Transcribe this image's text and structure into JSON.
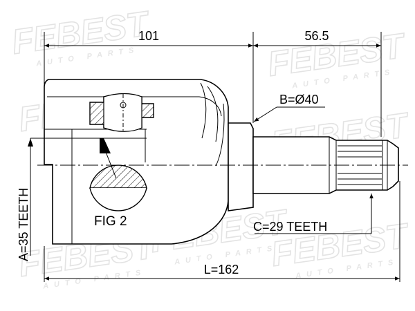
{
  "watermark": {
    "brand": "FEBEST",
    "tagline": "AUTO PARTS"
  },
  "dimensions": {
    "housing_length": "101",
    "shaft_length": "56.5",
    "total_length": "L=162",
    "bore_diameter": "B=Ø40",
    "outer_teeth": "A=35 TEETH",
    "shaft_teeth": "C=29 TEETH"
  },
  "callouts": {
    "figure": "FIG 2"
  }
}
